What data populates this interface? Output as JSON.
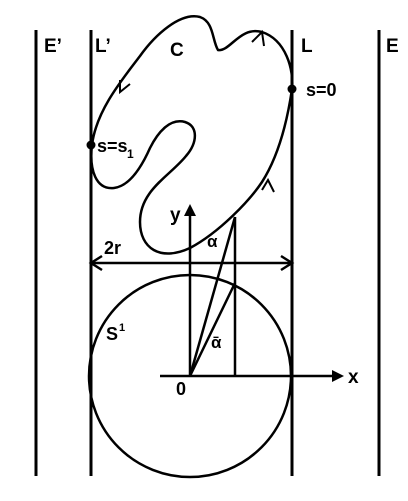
{
  "labels": {
    "e_prime": "E’",
    "l_prime": "L’",
    "curve": "C",
    "l": "L",
    "e": "E",
    "s_zero": "s=0",
    "s_one_main": "s=s",
    "s_one_sub": "1",
    "y_axis": "y",
    "x_axis": "x",
    "alpha": "α",
    "width": "2r",
    "sphere_main": "S",
    "sphere_sup": "1",
    "alpha_bar": "ᾱ",
    "origin": "0"
  },
  "colors": {
    "ink": "#000000",
    "background": "#ffffff"
  }
}
